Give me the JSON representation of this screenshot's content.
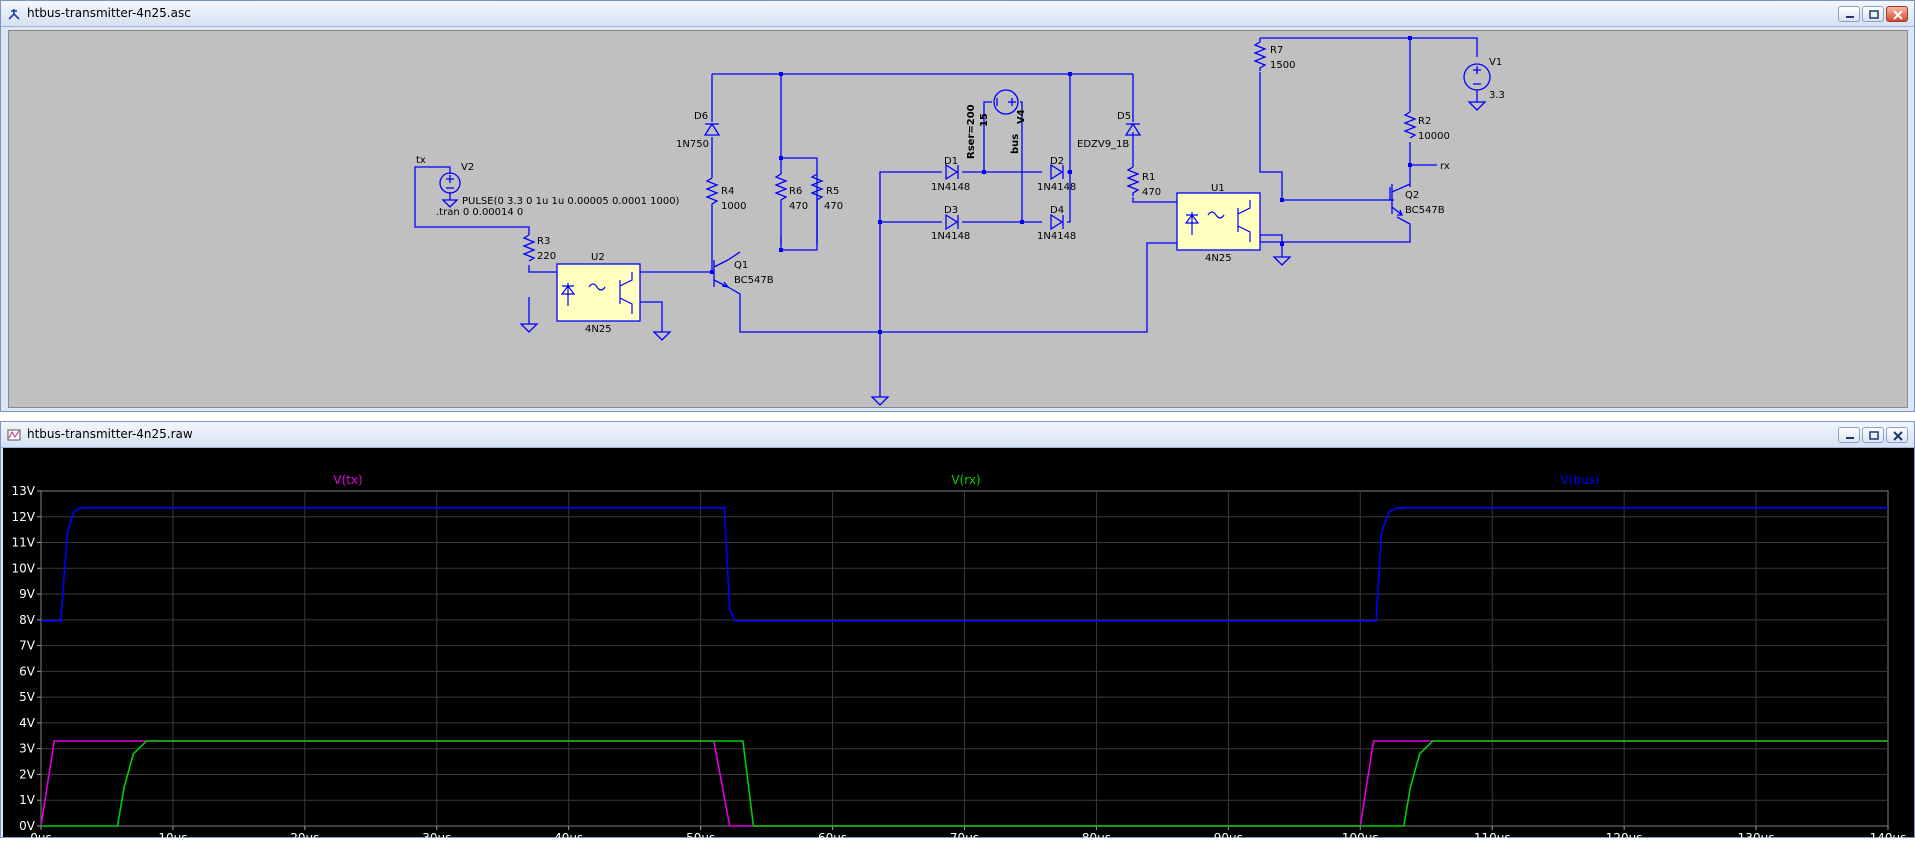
{
  "schematic_window": {
    "title": "htbus-transmitter-4n25.asc",
    "labels": {
      "tx": "tx",
      "rx": "rx",
      "bus": "bus",
      "V2": "V2",
      "V1": "V1",
      "V1_val": "3.3",
      "V4": "V4",
      "pulse": "PULSE(0 3.3 0 1u 1u 0.00005 0.0001 1000)",
      "tran": ".tran 0 0.00014 0",
      "V4_val": "15",
      "V4_rser": "Rser=200",
      "R3": "R3",
      "R3_val": "220",
      "R4": "R4",
      "R4_val": "1000",
      "R6": "R6",
      "R6_val": "470",
      "R5": "R5",
      "R5_val": "470",
      "R1": "R1",
      "R1_val": "470",
      "R7": "R7",
      "R7_val": "1500",
      "R2": "R2",
      "R2_val": "10000",
      "D6": "D6",
      "D6_val": "1N750",
      "D5": "D5",
      "D5_val": "EDZV9_1B",
      "D1": "D1",
      "D1_val": "1N4148",
      "D2": "D2",
      "D2_val": "1N4148",
      "D3": "D3",
      "D3_val": "1N4148",
      "D4": "D4",
      "D4_val": "1N4148",
      "Q1": "Q1",
      "Q1_val": "BC547B",
      "Q2": "Q2",
      "Q2_val": "BC547B",
      "U1": "U1",
      "U1_val": "4N25",
      "U2": "U2",
      "U2_val": "4N25"
    }
  },
  "waveform_window": {
    "title": "htbus-transmitter-4n25.raw"
  },
  "chart_data": {
    "type": "line",
    "x_unit": "µs",
    "y_unit": "V",
    "xlim": [
      0,
      140
    ],
    "ylim": [
      0,
      13
    ],
    "x_ticks": [
      "0µs",
      "10µs",
      "20µs",
      "30µs",
      "40µs",
      "50µs",
      "60µs",
      "70µs",
      "80µs",
      "90µs",
      "100µs",
      "110µs",
      "120µs",
      "130µs",
      "140µs"
    ],
    "y_ticks": [
      "0V",
      "1V",
      "2V",
      "3V",
      "4V",
      "5V",
      "6V",
      "7V",
      "8V",
      "9V",
      "10V",
      "11V",
      "12V",
      "13V"
    ],
    "grid": true,
    "series": [
      {
        "name": "V(tx)",
        "color": "#e000e0",
        "x": [
          0,
          1,
          50,
          51,
          52.2,
          100,
          101,
          140
        ],
        "y": [
          0,
          3.3,
          3.3,
          3.3,
          0,
          0,
          3.3,
          3.3
        ]
      },
      {
        "name": "V(rx)",
        "color": "#00d000",
        "x": [
          0,
          5.8,
          6.3,
          7,
          8,
          53.2,
          54,
          103.3,
          103.8,
          104.5,
          105.5,
          140
        ],
        "y": [
          0,
          0,
          1.5,
          2.8,
          3.3,
          3.3,
          0,
          0,
          1.5,
          2.8,
          3.3,
          3.3
        ]
      },
      {
        "name": "V(bus)",
        "color": "#0000ff",
        "x": [
          0,
          1.5,
          2,
          2.5,
          3,
          51.8,
          52.2,
          52.6,
          101.2,
          101.6,
          102.2,
          102.8,
          140
        ],
        "y": [
          7.95,
          7.95,
          11.4,
          12.2,
          12.35,
          12.35,
          8.4,
          7.95,
          7.95,
          11.4,
          12.2,
          12.35,
          12.35
        ]
      }
    ]
  }
}
